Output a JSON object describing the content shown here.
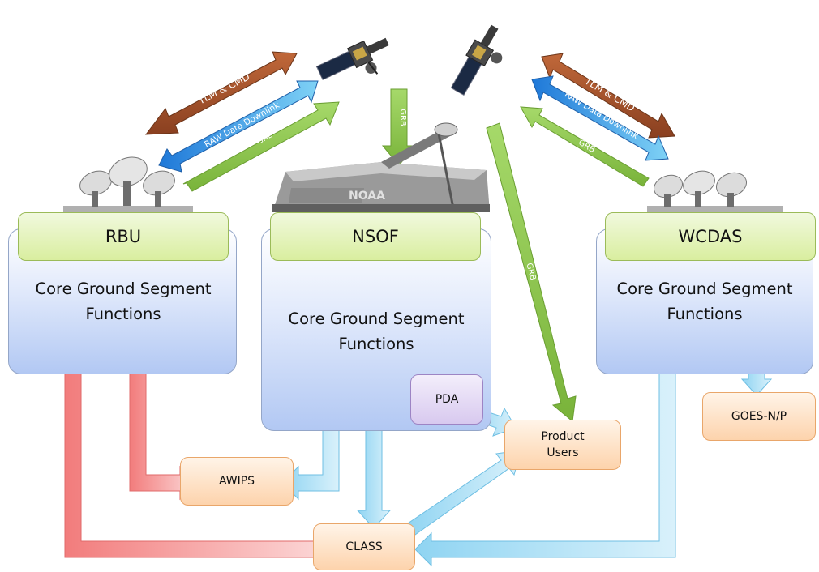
{
  "sites": {
    "rbu": {
      "tab": "RBU",
      "line1": "Core Ground Segment",
      "line2": "Functions"
    },
    "nsof": {
      "tab": "NSOF",
      "line1": "Core Ground Segment",
      "line2": "Functions"
    },
    "wcdas": {
      "tab": "WCDAS",
      "line1": "Core Ground Segment",
      "line2": "Functions"
    }
  },
  "nodes": {
    "pda": "PDA",
    "product_users_line1": "Product",
    "product_users_line2": "Users",
    "goes_np": "GOES-N/P",
    "awips": "AWIPS",
    "class": "CLASS"
  },
  "links": {
    "tlm_cmd": "TLM & CMD",
    "raw_downlink": "RAW Data Downlink",
    "grb": "GRB"
  },
  "colors": {
    "green_arrow": "#8cc64e",
    "brown_arrow": "#a0522d",
    "blue_arrow": "#3fa6e8",
    "red_flow": "#f4a0a0",
    "cyan_flow": "#a9ddf3"
  },
  "icons": {
    "satellite": "satellite-icon",
    "dish": "dish-antenna-icon",
    "building": "nsof-building-icon"
  }
}
